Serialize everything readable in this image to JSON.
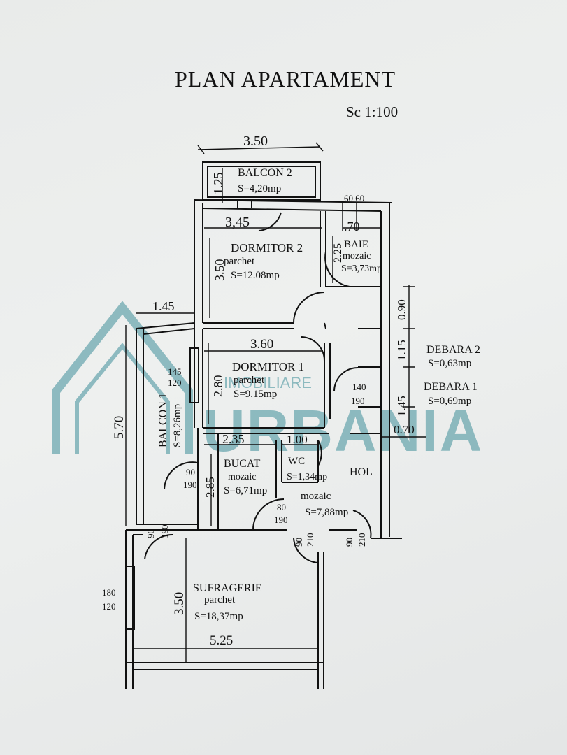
{
  "title": "PLAN APARTAMENT",
  "scale": "Sc 1:100",
  "watermark": {
    "small": "IMOBILIARE",
    "large": "URBANIA",
    "color": "#3f8f9a"
  },
  "rooms": {
    "balcon2": {
      "name": "BALCON 2",
      "area": "S=4,20mp"
    },
    "dormitor2": {
      "name": "DORMITOR 2",
      "floor": "parchet",
      "area": "S=12.08mp"
    },
    "baie": {
      "name": "BAIE",
      "floor": "mozaic",
      "area": "S=3,73mp"
    },
    "dormitor1": {
      "name": "DORMITOR 1",
      "floor": "parchet",
      "area": "S=9.15mp"
    },
    "debara2": {
      "name": "DEBARA 2",
      "area": "S=0,63mp"
    },
    "debara1": {
      "name": "DEBARA 1",
      "area": "S=0,69mp"
    },
    "balcon1": {
      "name": "BALCON 1",
      "area": "S=8,26mp"
    },
    "bucat": {
      "name": "BUCAT",
      "floor": "mozaic",
      "area": "S=6,71mp"
    },
    "wc": {
      "name": "WC",
      "area": "S=1,34mp"
    },
    "hol": {
      "name": "HOL",
      "floor": "mozaic",
      "area": "S=7,88mp"
    },
    "sufragerie": {
      "name": "SUFRAGERIE",
      "floor": "parchet",
      "area": "S=18,37mp"
    }
  },
  "dims": {
    "w350": "3.50",
    "h125": "1.25",
    "w345": "3,45",
    "w070a": ".70",
    "w6060": "60 60",
    "h350a": "3.50",
    "h225": "2.25",
    "w145": "1.45",
    "w360": "3.60",
    "h280": "2.80",
    "h090": "0.90",
    "h115": "1.15",
    "h145": "1.45",
    "w070b": "0.70",
    "h570": "5.70",
    "w235": "2.35",
    "w100": "1.00",
    "h285": "2.85",
    "h350b": "3.50",
    "w525": "5.25"
  },
  "openings": {
    "win_balcon1": {
      "top": "145",
      "bot": "120"
    },
    "door_debara": {
      "top": "140",
      "bot": "190"
    },
    "door_bucat": {
      "top": "90",
      "bot": "190"
    },
    "door_hol": {
      "top": "80",
      "bot": "190"
    },
    "door_suf_a": {
      "top": "90",
      "bot": "190"
    },
    "door_suf_b": {
      "top": "90",
      "bot": "210"
    },
    "door_entry": {
      "top": "90",
      "bot": "210"
    },
    "win_suf": {
      "top": "180",
      "bot": "120"
    }
  }
}
